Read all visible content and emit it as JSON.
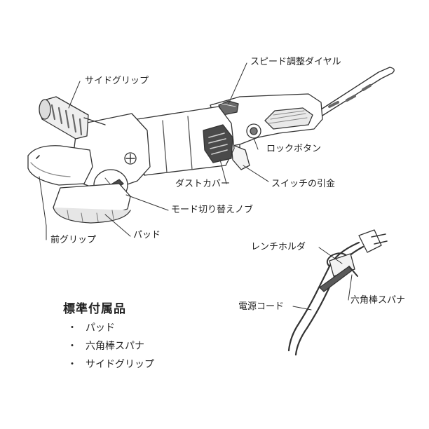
{
  "labels": {
    "speed_dial": "スピード調整ダイヤル",
    "side_grip": "サイドグリップ",
    "lock_button": "ロックボタン",
    "dust_cover": "ダストカバー",
    "switch_trigger": "スイッチの引金",
    "mode_knob": "モード切り替えノブ",
    "pad": "パッド",
    "front_grip": "前グリップ",
    "wrench_holder": "レンチホルダ",
    "hex_wrench": "六角棒スパナ",
    "power_cord": "電源コード"
  },
  "accessories": {
    "title": "標準付属品",
    "bullet": "・",
    "items": [
      "パッド",
      "六角棒スパナ",
      "サイドグリップ"
    ]
  },
  "colors": {
    "line": "#333333",
    "fill": "#ffffff",
    "shade": "#9a9a9a",
    "dark": "#4a4a4a"
  }
}
